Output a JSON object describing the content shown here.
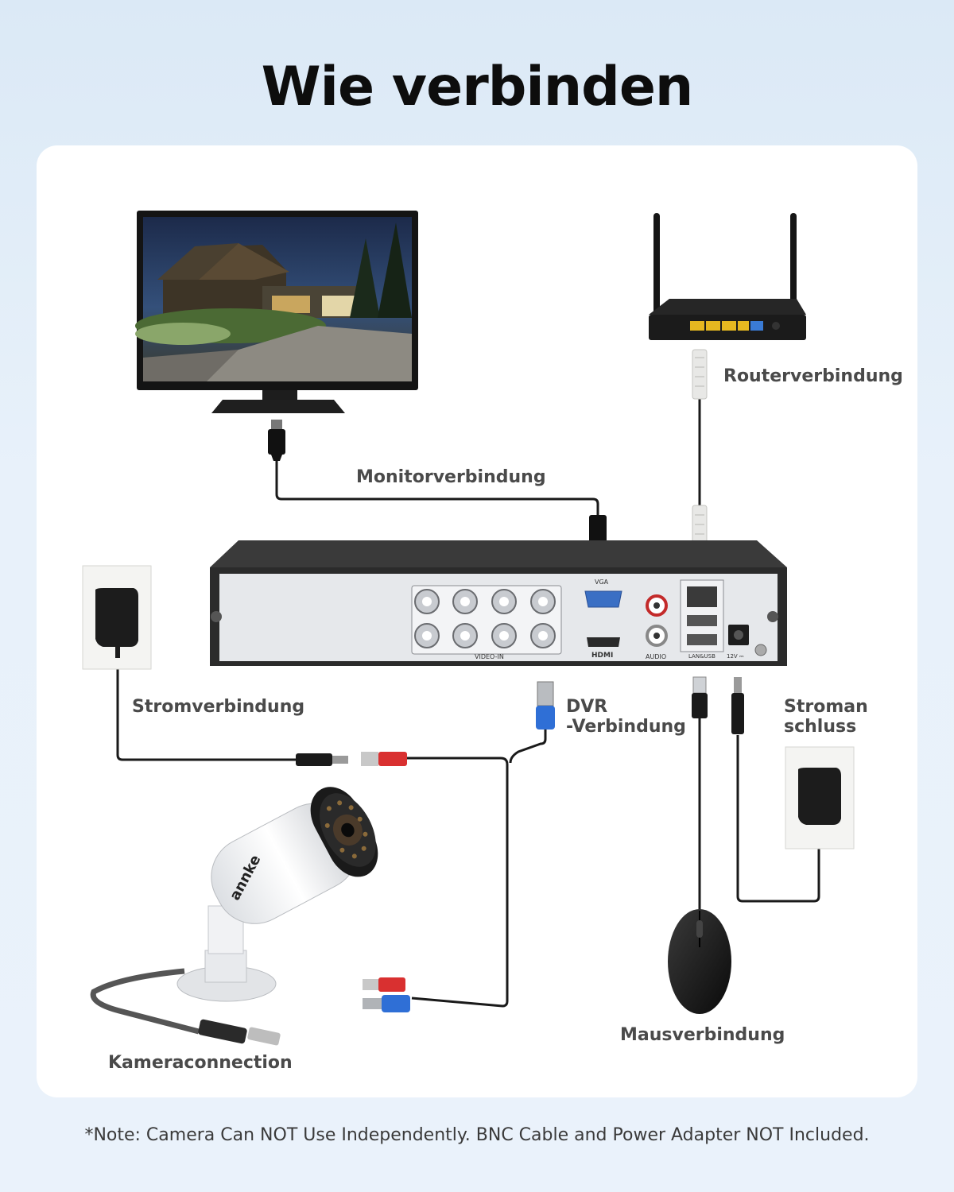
{
  "title": "Wie verbinden",
  "labels": {
    "router": "Routerverbindung",
    "monitor": "Monitorverbindung",
    "power": "Stromverbindung",
    "dvr_line1": "DVR",
    "dvr_line2": "-Verbindung",
    "power_outlet_line1": "Stroman",
    "power_outlet_line2": "schluss",
    "mouse": "Mausverbindung",
    "camera": "Kameraconnection"
  },
  "dvr_panel": {
    "vga": "VGA",
    "video_in": "VIDEO-IN",
    "hdmi": "HDMI",
    "audio": "AUDIO",
    "lan_usb": "LAN&USB",
    "dc": "12V ⎓"
  },
  "camera_brand": "annke",
  "footnote": "*Note: Camera Can NOT Use Independently. BNC Cable and Power Adapter NOT Included.",
  "colors": {
    "cable": "#1a1a1a",
    "dvr_body": "#2b2b2b",
    "dvr_panel": "#e6e8eb",
    "router_port": "#e6b820",
    "wan_port": "#3a7bd5",
    "bnc_blue": "#2f6fd6",
    "rca_red": "#d93030"
  }
}
